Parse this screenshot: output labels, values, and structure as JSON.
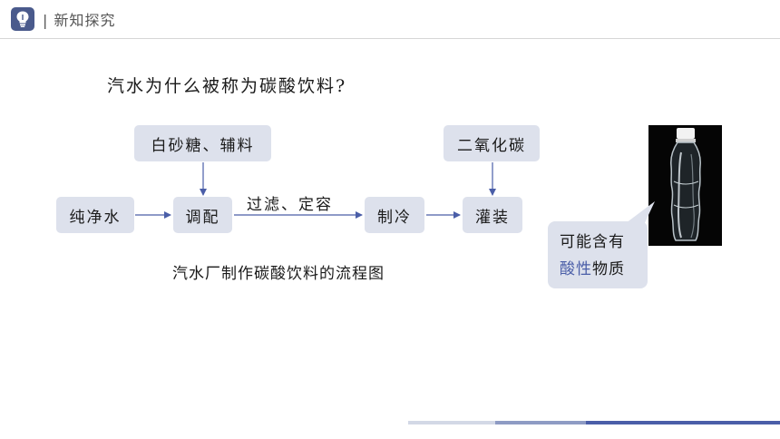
{
  "header": {
    "title": "| 新知探究",
    "logo_icon": "lightbulb-icon"
  },
  "question": "汽水为什么被称为碳酸饮料?",
  "flow": {
    "sugar": "白砂糖、辅料",
    "co2": "二氧化碳",
    "water": "纯净水",
    "mix": "调配",
    "filter": "过滤、定容",
    "cool": "制冷",
    "fill": "灌装"
  },
  "caption": "汽水厂制作碳酸饮料的流程图",
  "callout": {
    "line1": "可能含有",
    "acid": "酸性",
    "rest": "物质"
  },
  "colors": {
    "accent": "#4a5ea8",
    "box": "#dde1ec",
    "logo": "#4a5a8c"
  }
}
